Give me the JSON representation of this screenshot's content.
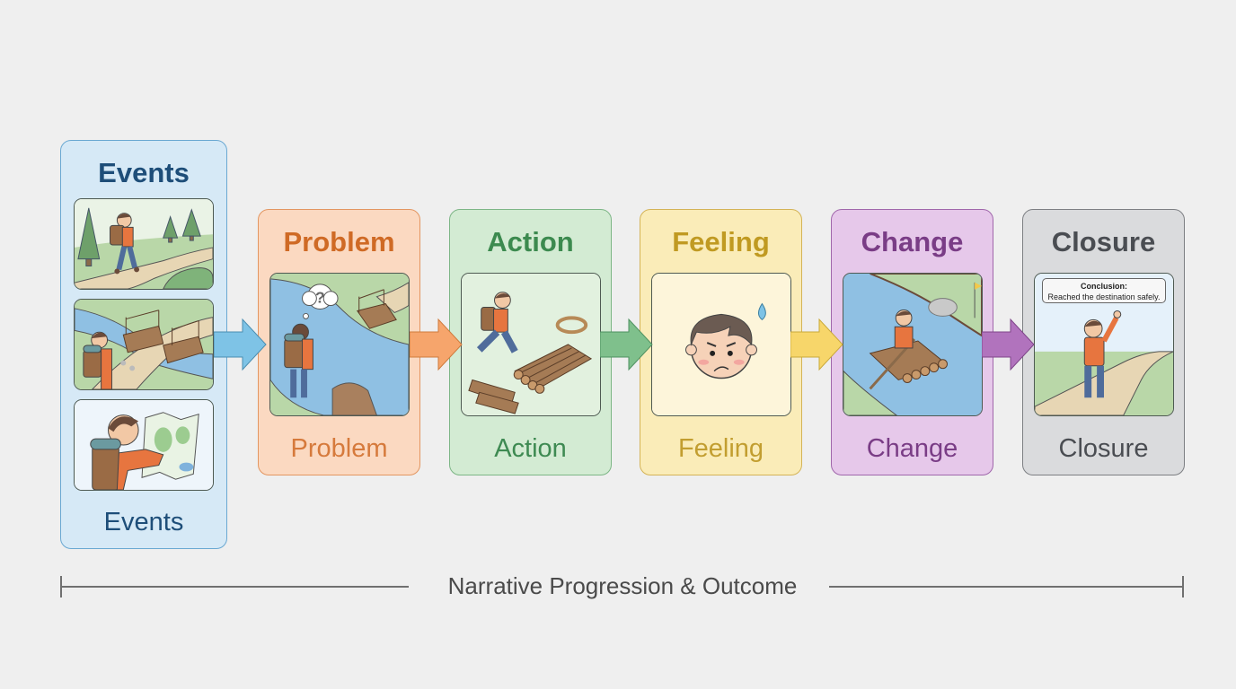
{
  "diagram": {
    "type": "narrative-flow",
    "stages": [
      {
        "id": "events",
        "title": "Events",
        "footer": "Events",
        "color": "#6aa8d2",
        "panels": [
          "hiker-walking-trail",
          "hiker-at-broken-bridge",
          "hiker-reading-map"
        ]
      },
      {
        "id": "problem",
        "title": "Problem",
        "footer": "Problem",
        "color": "#e39661",
        "panels": [
          "hiker-confused-at-river"
        ],
        "thought_bubble": "?"
      },
      {
        "id": "action",
        "title": "Action",
        "footer": "Action",
        "color": "#7db686",
        "panels": [
          "hiker-building-raft"
        ]
      },
      {
        "id": "feeling",
        "title": "Feeling",
        "footer": "Feeling",
        "color": "#d4b356",
        "panels": [
          "determined-face-with-sweat-drop"
        ]
      },
      {
        "id": "change",
        "title": "Change",
        "footer": "Change",
        "color": "#a067ab",
        "panels": [
          "hiker-rafting-river"
        ]
      },
      {
        "id": "closure",
        "title": "Closure",
        "footer": "Closure",
        "color": "#7d7f83",
        "panels": [
          "hiker-waving-at-destination"
        ],
        "callout": {
          "heading": "Conclusion:",
          "text": "Reached the destination safely."
        }
      }
    ],
    "arrows": [
      {
        "from": "events",
        "to": "problem",
        "color": "#7ec3e6"
      },
      {
        "from": "problem",
        "to": "action",
        "color": "#f6a56c"
      },
      {
        "from": "action",
        "to": "feeling",
        "color": "#7fc08c"
      },
      {
        "from": "feeling",
        "to": "change",
        "color": "#f7d66a"
      },
      {
        "from": "change",
        "to": "closure",
        "color": "#b173bd"
      }
    ],
    "timeline": {
      "label": "Narrative Progression & Outcome"
    }
  }
}
